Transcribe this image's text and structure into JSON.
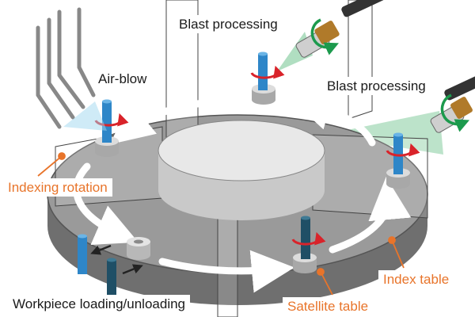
{
  "labels": {
    "blast_top": "Blast processing",
    "blast_right": "Blast processing",
    "air_blow": "Air-blow",
    "indexing_rotation": "Indexing rotation",
    "index_table": "Index table",
    "satellite_table": "Satellite table",
    "workpiece_loading": "Workpiece loading/unloading"
  },
  "colors": {
    "table_top": "#9a9a9a",
    "table_side": "#6f6f6f",
    "hub_top": "#e8e8e8",
    "hub_side": "#c9c9c9",
    "rotation_arrow": "#ffffff",
    "rod_blue": "#2e86c8",
    "rod_dark": "#1f4f66",
    "spin_arrow": "#d9232a",
    "nozzle_arrow": "#1c9a4d",
    "blast_spray": "#8fd0a6",
    "orange_text": "#e8742a",
    "leader_dot": "#e8742a"
  },
  "icons": [
    "nozzle-icon",
    "rotation-arrow-icon",
    "spin-arrow-icon",
    "air-nozzle-icon"
  ]
}
